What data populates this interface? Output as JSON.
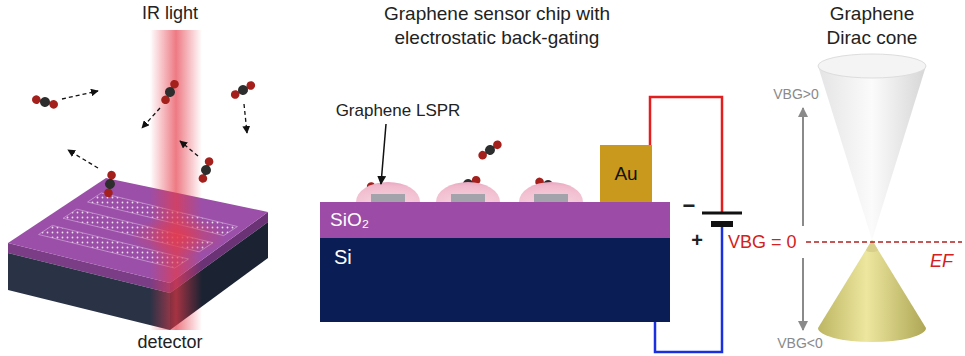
{
  "diagram": {
    "nodes": [
      {
        "text": [
          "Au"
        ]
      },
      {
        "text": [
          "SiO₂"
        ]
      },
      {
        "text": [
          "Si"
        ]
      }
    ],
    "edges": [
      {
        "from": 0,
        "to": 2,
        "arrow": "none"
      }
    ],
    "labels": [
      "IR light",
      "detector",
      "Graphene sensor chip with electrostatic back-gating",
      "Graphene LSPR",
      "−",
      "+",
      "VBG = 0",
      "Graphene Dirac cone",
      "VBG>0",
      "VBG<0",
      "EF"
    ]
  }
}
